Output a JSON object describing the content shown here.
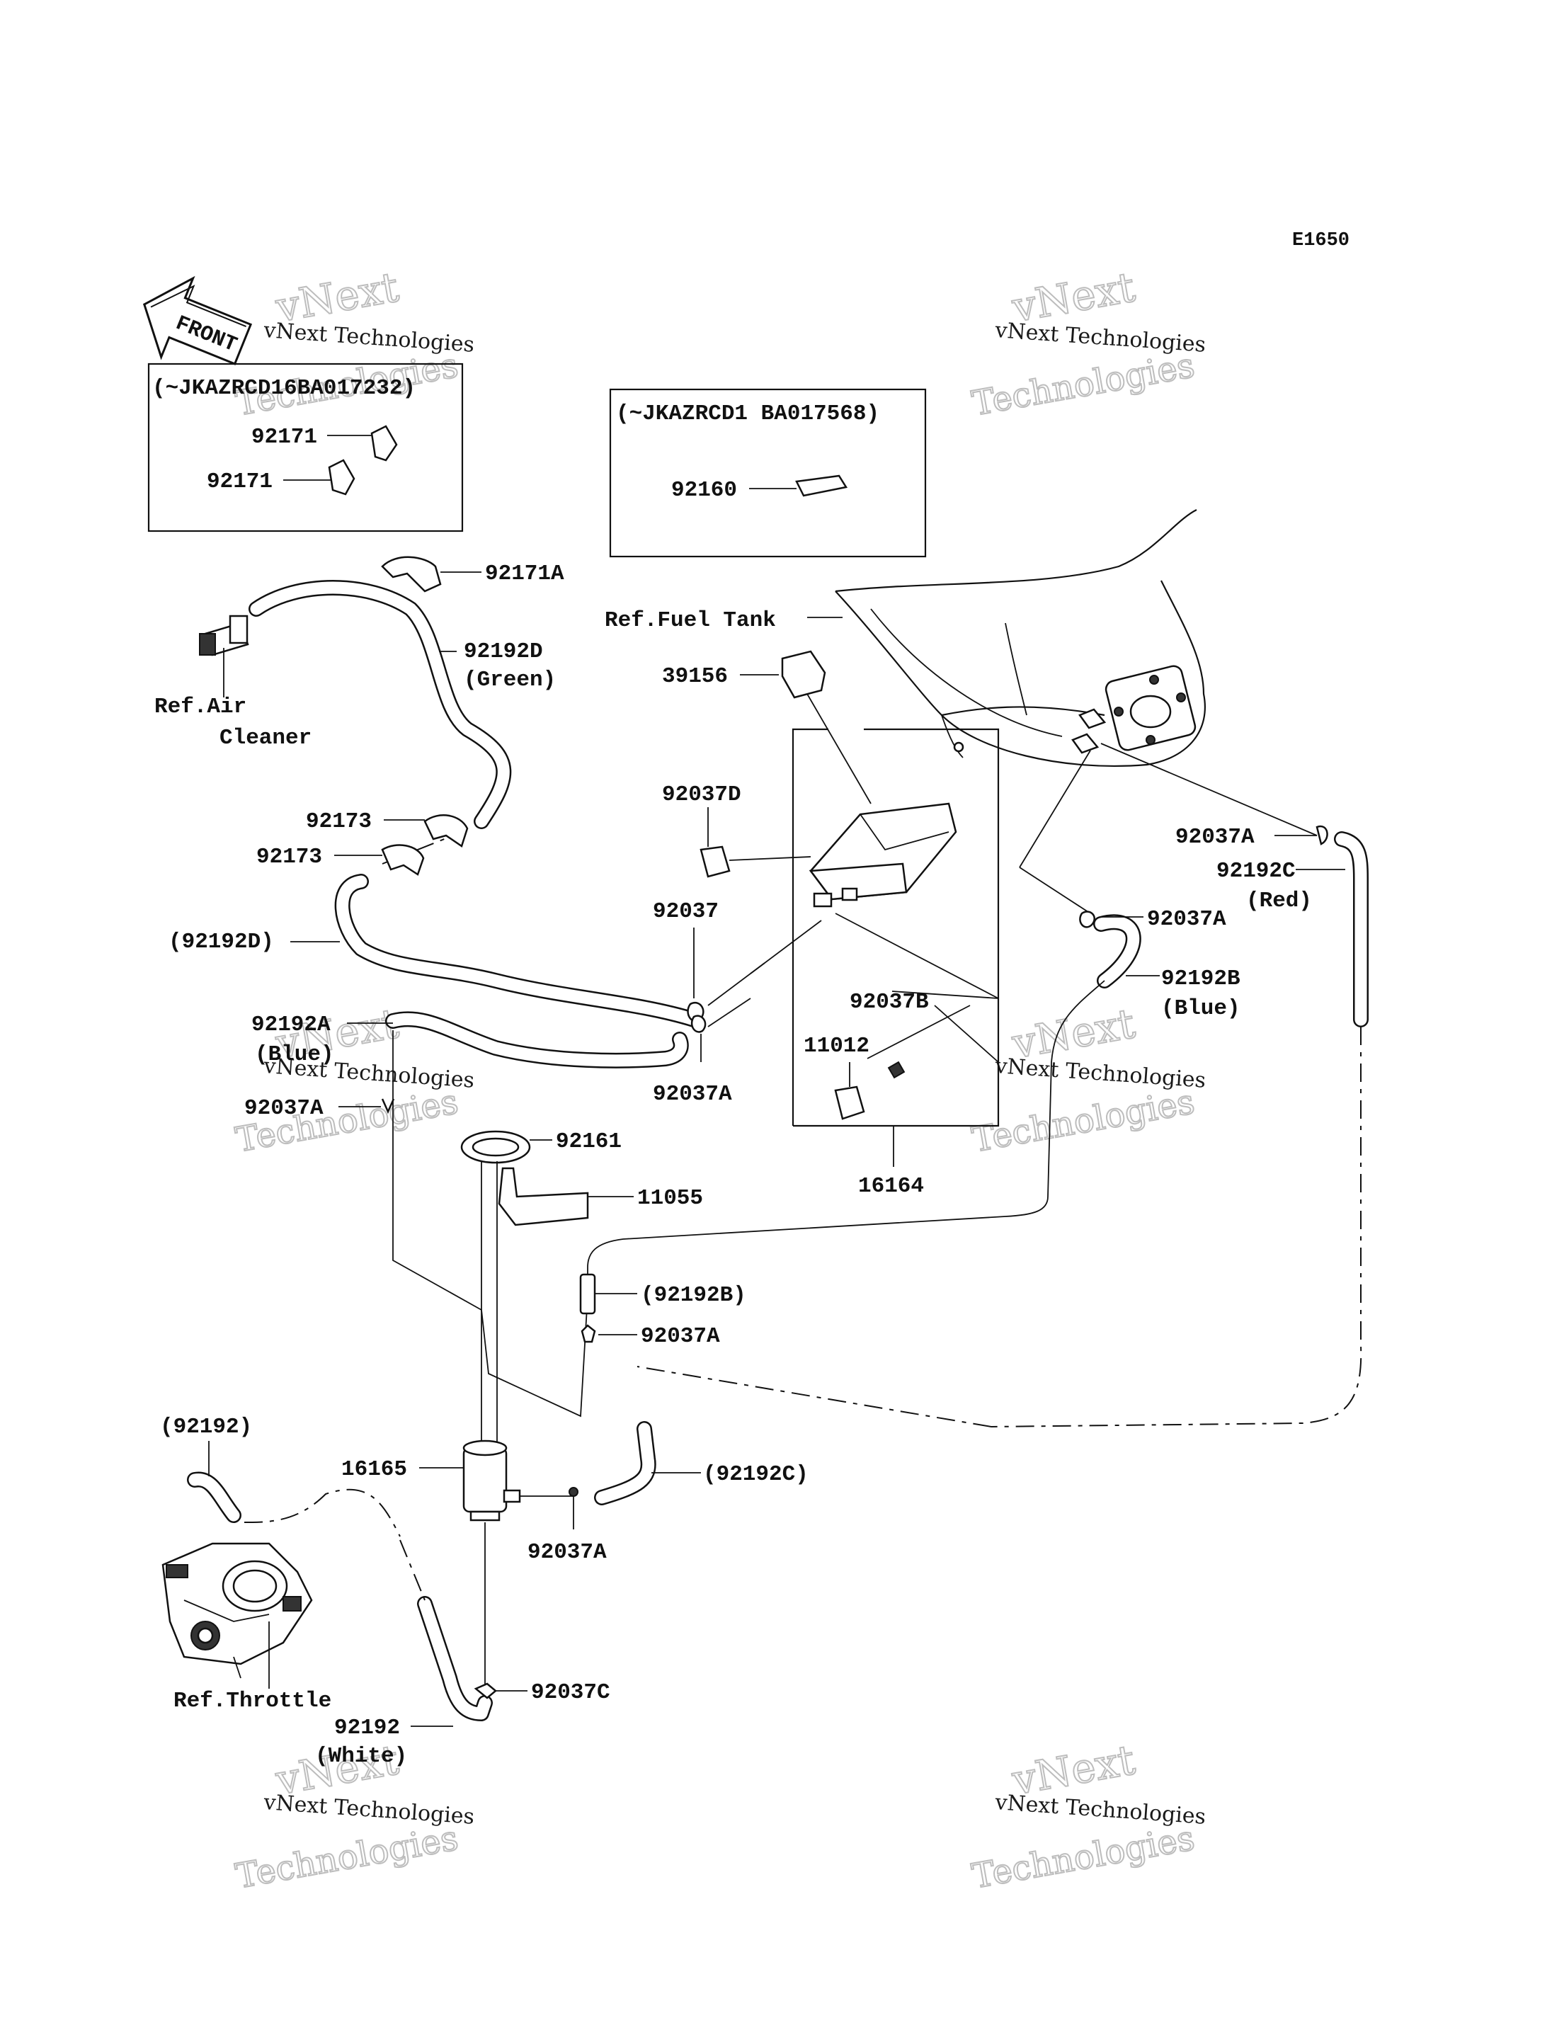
{
  "diagram_code": "E1650",
  "front_marker": "FRONT",
  "watermark": {
    "line1": "vNext",
    "line2": "vNext Technologies",
    "line3": "Technologies"
  },
  "boxes": {
    "box_a_title": "(~JKAZRCD16BA017232)",
    "box_b_title": "(~JKAZRCD1 BA017568)"
  },
  "labels": {
    "p92171_a": "92171",
    "p92171_b": "92171",
    "p92160": "92160",
    "p92171A": "92171A",
    "ref_fuel_tank": "Ref.Fuel Tank",
    "p92192D": "92192D",
    "green": "(Green)",
    "ref_air": "Ref.Air",
    "cleaner": "Cleaner",
    "p39156": "39156",
    "p92037D": "92037D",
    "p92173_a": "92173",
    "p92173_b": "92173",
    "p92037A_tank": "92037A",
    "p92192C": "92192C",
    "red": "(Red)",
    "p92192D_ref": "(92192D)",
    "p92037": "92037",
    "p92037A_mid": "92037A",
    "p92192B": "92192B",
    "blue_right": "(Blue)",
    "p92037B": "92037B",
    "p92192A": "92192A",
    "blue_left": "(Blue)",
    "p11012": "11012",
    "p92037A_under": "92037A",
    "p92037A_left": "92037A",
    "p92161": "92161",
    "p16164": "16164",
    "p11055": "11055",
    "p92192B_ref": "(92192B)",
    "p92037A_low": "92037A",
    "p92192_ref": "(92192)",
    "p16165": "16165",
    "p92192C_ref": "(92192C)",
    "p92037A_bottom": "92037A",
    "ref_throttle": "Ref.Throttle",
    "p92037C": "92037C",
    "p92192": "92192",
    "white": "(White)"
  }
}
